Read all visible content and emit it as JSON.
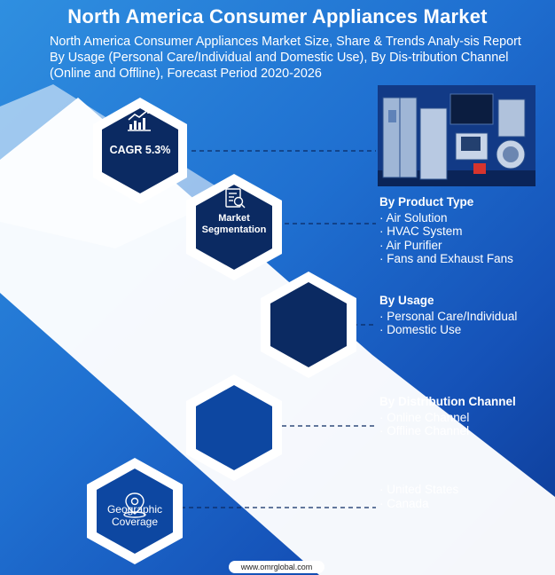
{
  "header": {
    "title": "North America Consumer Appliances Market",
    "subtitle": "North America Consumer Appliances Market Size, Share & Trends Analy-sis Report By Usage (Personal Care/Individual and Domestic Use), By Dis-tribution Channel (Online and Offline), Forecast Period 2020-2026"
  },
  "hexagons": [
    {
      "label": "CAGR 5.3%",
      "icon": "growth-chart-icon"
    },
    {
      "label": "Market Segmentation",
      "icon": "report-magnifier-icon"
    },
    {
      "label": "",
      "icon": ""
    },
    {
      "label": "",
      "icon": ""
    },
    {
      "label": "Geographic Coverage",
      "icon": "location-globe-icon"
    }
  ],
  "segments": {
    "product_type": {
      "heading": "By Product Type",
      "items": [
        "Air Solution",
        "HVAC System",
        "Air Purifier",
        "Fans and Exhaust Fans"
      ]
    },
    "usage": {
      "heading": "By Usage",
      "items": [
        "Personal Care/Individual",
        "Domestic Use"
      ]
    },
    "distribution": {
      "heading": "By Distribution Channel",
      "items": [
        "Online Channel",
        "Offline Channel"
      ]
    },
    "geography": {
      "heading": "",
      "items": [
        "United States",
        "Canada"
      ]
    }
  },
  "footer": {
    "url": "www.omrglobal.com"
  },
  "colors": {
    "hex_fill": "#0b2a62",
    "hex_fill_blue": "#0d47a1",
    "bg_top": "#2f8fe0",
    "bg_bottom": "#0d3a94"
  }
}
